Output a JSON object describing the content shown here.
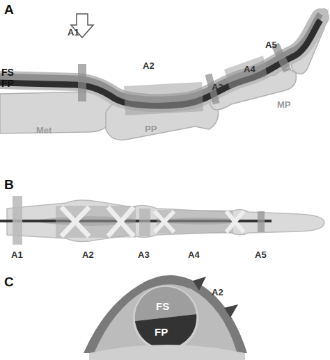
{
  "diagram": {
    "labels": [
      "A",
      "FS",
      "FP",
      "A1",
      "A2",
      "A3",
      "A4",
      "A5",
      "Met",
      "PP",
      "MP",
      "B",
      "A1",
      "A2",
      "A3",
      "A4",
      "A5",
      "C",
      "FS",
      "FP",
      "A2"
    ]
  }
}
